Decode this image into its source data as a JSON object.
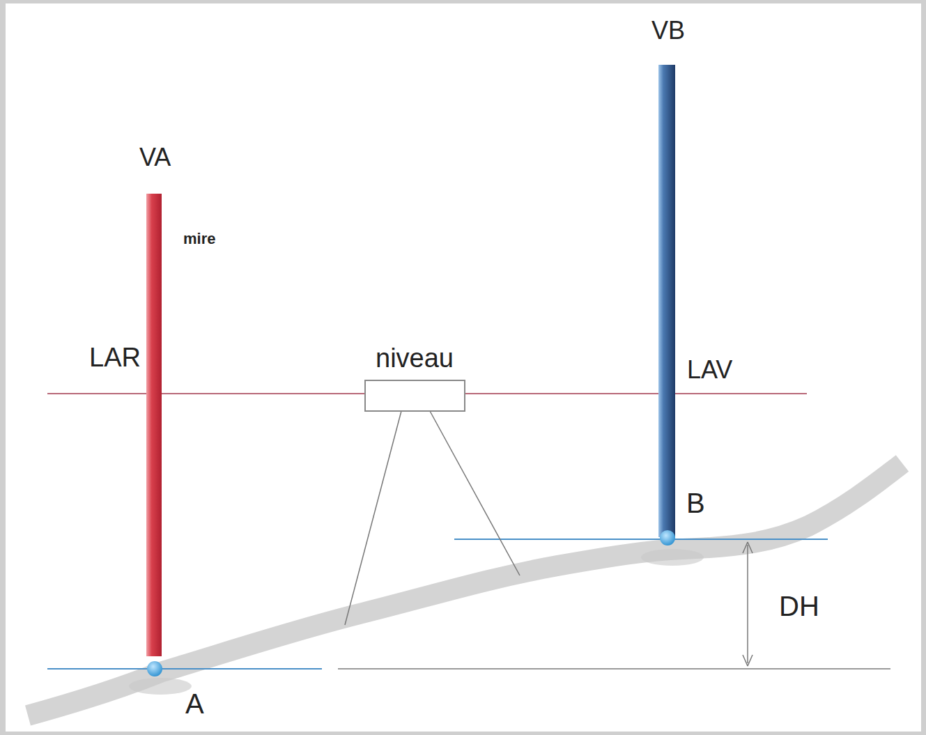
{
  "diagram": {
    "nodes": [
      {
        "text": [
          "niveau"
        ]
      }
    ],
    "labels": [
      "VB",
      "VA",
      "mire",
      "LAR",
      "LAV",
      "B",
      "DH",
      "A"
    ]
  }
}
